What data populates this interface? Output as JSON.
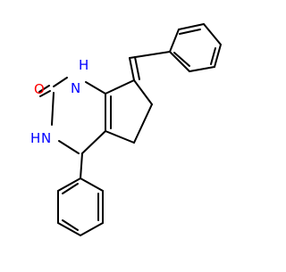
{
  "molecule": {
    "atoms": [
      {
        "id": "O",
        "label": "O",
        "color": "#ff0000"
      },
      {
        "id": "N1",
        "label": "N",
        "h": "H",
        "color": "#0000ff"
      },
      {
        "id": "N3",
        "label": "N",
        "h": "H",
        "color": "#0000ff"
      }
    ],
    "bond_color": "#000000"
  }
}
